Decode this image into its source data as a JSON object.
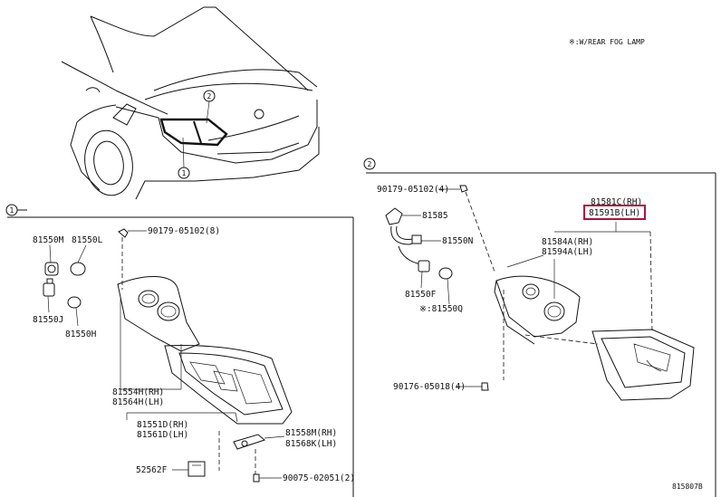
{
  "note": "※:W/REAR FOG LAMP",
  "figure_code": "815807B",
  "callouts": [
    "1",
    "2"
  ],
  "highlight_color": "#b0123a",
  "parts": {
    "p90179_8": "90179-05102(8)",
    "p81550M": "81550M",
    "p81550L": "81550L",
    "p81550J": "81550J",
    "p81550H": "81550H",
    "p81554H": "81554H(RH)",
    "p81564H": "81564H(LH)",
    "p81551D": "81551D(RH)",
    "p81561D": "81561D(LH)",
    "p81558M": "81558M(RH)",
    "p81568K": "81568K(LH)",
    "p52562F": "52562F",
    "p90075": "90075-02051(2)",
    "p90179_4": "90179-05102(4)",
    "p81585": "81585",
    "p81550N": "81550N",
    "p81550F": "81550F",
    "p81550Q": "※:81550Q",
    "p90176": "90176-05018(4)",
    "p81581C": "81581C(RH)",
    "p81591B": "81591B(LH)",
    "p81584A": "81584A(RH)",
    "p81594A": "81594A(LH)"
  }
}
